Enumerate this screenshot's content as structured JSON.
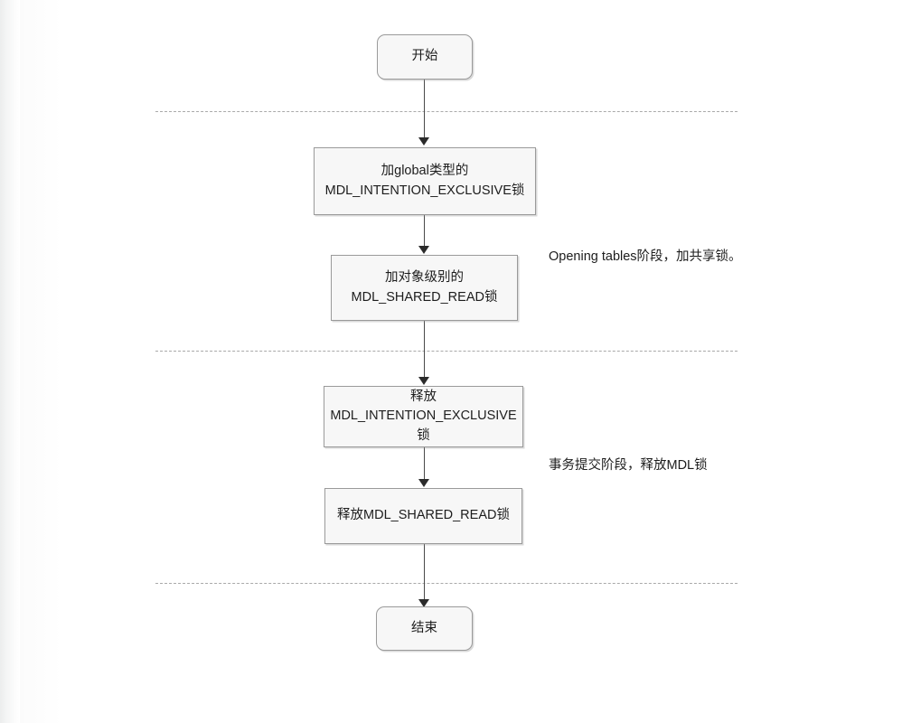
{
  "diagram": {
    "type": "flowchart",
    "title": "MDL lock acquisition and release flow",
    "background_color": "#ffffff",
    "node_fill_color": "#f7f7f7",
    "node_border_color": "#9a9a9a",
    "connector_color": "#4a4a4a",
    "divider_color": "#a9a9a9",
    "nodes": [
      {
        "id": "start",
        "shape": "rounded-rectangle",
        "label": "开始"
      },
      {
        "id": "add-global-ix",
        "shape": "rectangle",
        "label": "加global类型的\nMDL_INTENTION_EXCLUSIVE锁"
      },
      {
        "id": "add-object-sr",
        "shape": "rectangle",
        "label": "加对象级别的\nMDL_SHARED_READ锁"
      },
      {
        "id": "release-ix",
        "shape": "rectangle",
        "label": "释放\nMDL_INTENTION_EXCLUSIVE\n锁"
      },
      {
        "id": "release-sr",
        "shape": "rectangle",
        "label": "释放MDL_SHARED_READ锁"
      },
      {
        "id": "end",
        "shape": "rounded-rectangle",
        "label": "结束"
      }
    ],
    "annotations": [
      {
        "id": "opening-tables-note",
        "label": "Opening tables阶段，加共享锁。"
      },
      {
        "id": "commit-note",
        "label": "事务提交阶段，释放MDL锁"
      }
    ],
    "dividers": [
      {
        "id": "divider-top"
      },
      {
        "id": "divider-middle"
      },
      {
        "id": "divider-bottom"
      }
    ]
  }
}
